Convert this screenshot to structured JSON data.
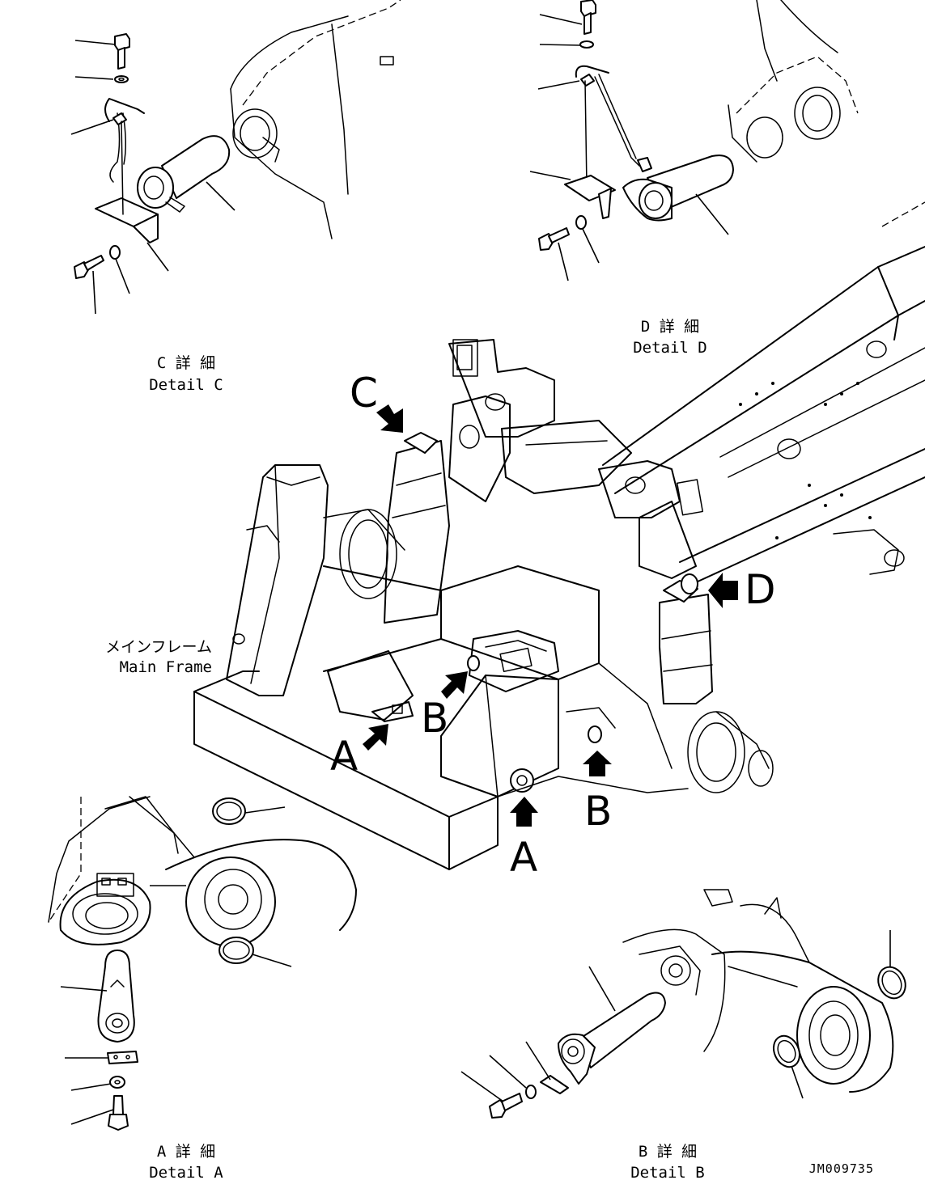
{
  "details": {
    "c": {
      "jp": "C 詳 細",
      "en": "Detail C"
    },
    "d": {
      "jp": "D 詳 細",
      "en": "Detail D"
    },
    "a": {
      "jp": "A 詳 細",
      "en": "Detail A"
    },
    "b": {
      "jp": "B 詳 細",
      "en": "Detail B"
    }
  },
  "main_frame": {
    "jp": "メインフレーム",
    "en": "Main Frame"
  },
  "markers": {
    "c": "C",
    "d": "D",
    "a_left": "A",
    "a_bottom": "A",
    "b_left": "B",
    "b_right": "B"
  },
  "drawing_code": "JM009735"
}
